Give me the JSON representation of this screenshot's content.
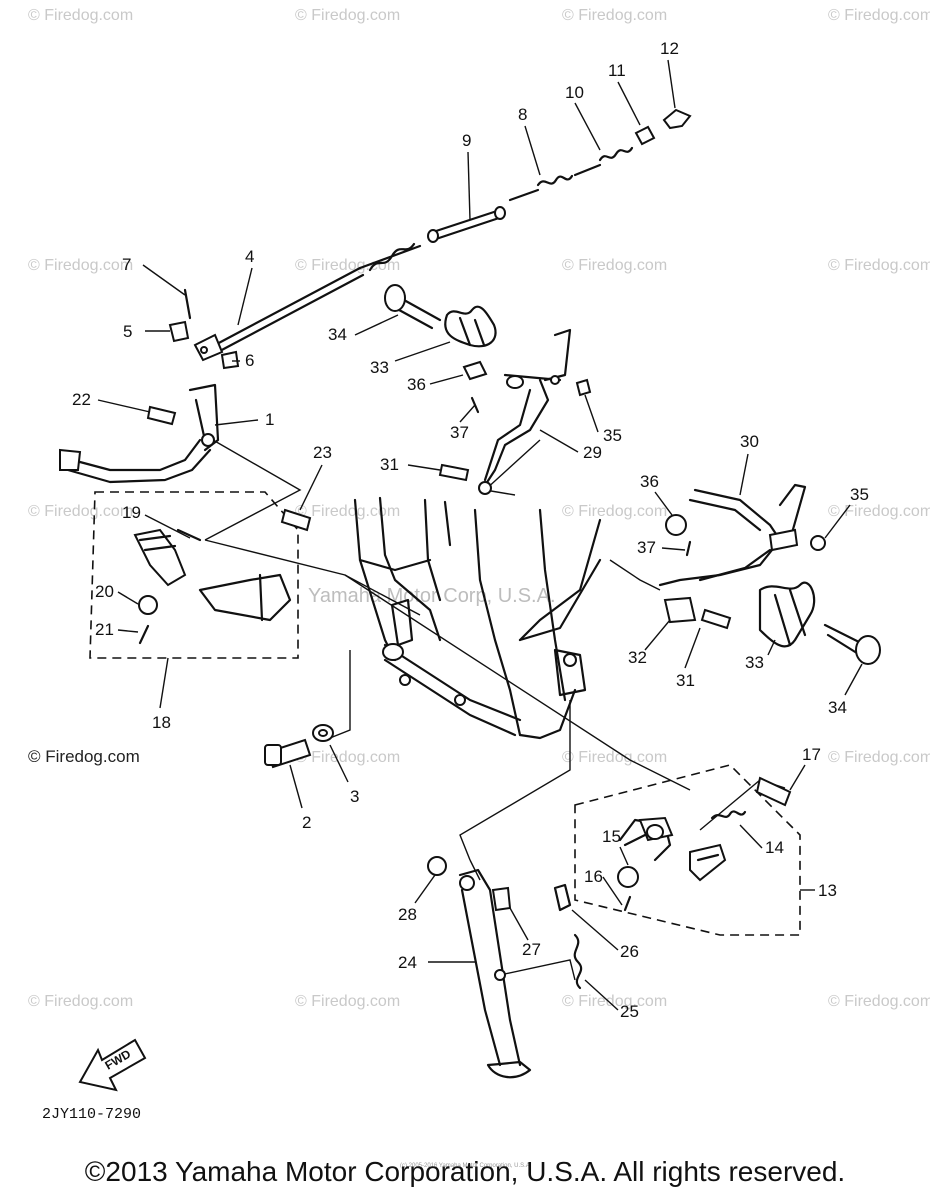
{
  "watermarks": {
    "site": "© Firedog.com",
    "center": "Yamaha Motor Corp, U.S.A.",
    "tiny_center": "(c) 2005-2016 Yamaha Motor Corporation, U.S.A."
  },
  "labels": {
    "p1": "1",
    "p2": "2",
    "p3": "3",
    "p4": "4",
    "p5": "5",
    "p6": "6",
    "p7": "7",
    "p8": "8",
    "p9": "9",
    "p10": "10",
    "p11": "11",
    "p12": "12",
    "p13": "13",
    "p14": "14",
    "p15": "15",
    "p16": "16",
    "p17": "17",
    "p18": "18",
    "p19": "19",
    "p20": "20",
    "p21": "21",
    "p22": "22",
    "p23": "23",
    "p24": "24",
    "p25": "25",
    "p26": "26",
    "p27": "27",
    "p28": "28",
    "p29": "29",
    "p30": "30",
    "p31": "31",
    "p32": "32",
    "p33": "33",
    "p34": "34",
    "p35": "35",
    "p36": "36",
    "p37": "37"
  },
  "fwd_arrow": "FWD",
  "diagram_code": "2JY110-7290",
  "copyright": "©2013 Yamaha Motor Corporation, U.S.A. All rights reserved."
}
